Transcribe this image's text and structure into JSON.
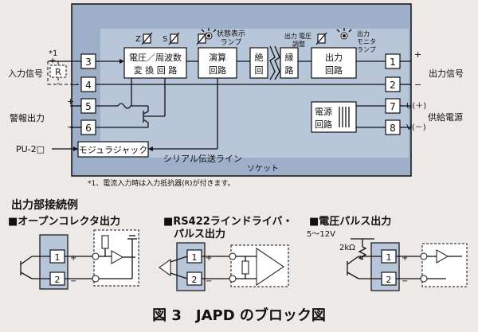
{
  "main": {
    "blocks": {
      "conv_line1": "電圧／周波数",
      "conv_line2": "変 換 回 路",
      "calc_line1": "演算",
      "calc_line2": "回路",
      "iso_line1": "絶",
      "iso_line2": "回",
      "iso_line3": "縁",
      "iso_line4": "路",
      "out_line1": "出力",
      "out_line2": "回路",
      "power_line1": "電源",
      "power_line2": "回路",
      "modular": "モジュラジャック",
      "z_label": "Z",
      "s_label": "S",
      "status_lamp_line1": "状態表示",
      "status_lamp_line2": "ランプ",
      "adj_line1": "出力",
      "adj_line2": "電圧",
      "adj_line3": "調整",
      "monitor_line1": "出力",
      "monitor_line2": "モニタ",
      "monitor_line3": "ランプ"
    },
    "terminals": [
      "3",
      "4",
      "5",
      "6",
      "1",
      "2",
      "7",
      "8"
    ],
    "labels": {
      "input_signal": "入力信号",
      "resistor": "R",
      "footnote_mark": "*1",
      "plus": "+",
      "minus": "−",
      "alarm_output": "警報出力",
      "pu2": "PU-2□",
      "serial_line": "シリアル伝送ライン",
      "socket": "ソケット",
      "output_signal": "出力信号",
      "supply_power": "供給電源",
      "u_plus": "U(＋)",
      "v_minus": "V(－)"
    },
    "footnote": "*1、電流入力時は入力抵抗器(R)が付きます。"
  },
  "examples": {
    "heading": "出力部接続例",
    "open_collector": "■オープンコレクタ出力",
    "rs422_line1": "■RS422ラインドライバ・",
    "rs422_line2": "パルス出力",
    "voltage_pulse": "■電圧パルス出力",
    "voltage_range": "5～12V",
    "resistor_value": "2kΩ",
    "term1": "1",
    "term2": "2",
    "plus": "+",
    "minus": "−"
  },
  "caption": "図 3　JAPD のブロック図"
}
